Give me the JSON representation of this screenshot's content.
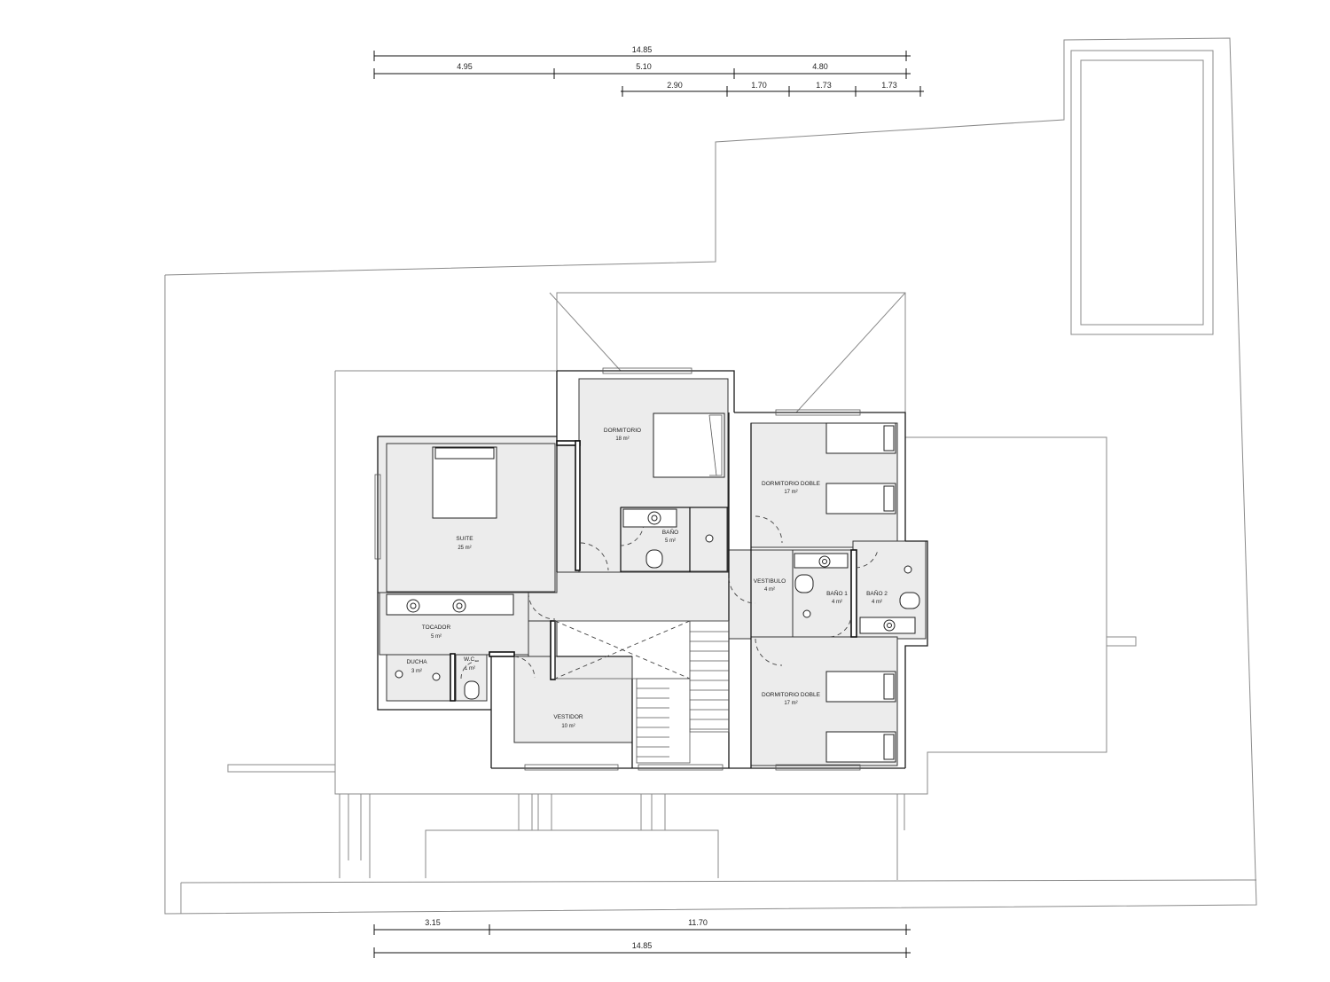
{
  "dimensions": {
    "top_total": "14.85",
    "top_row": [
      "4.95",
      "5.10",
      "4.80"
    ],
    "top_sub": [
      "2.90",
      "1.70",
      "1.73",
      "1.73"
    ],
    "bottom_row": [
      "3.15",
      "11.70"
    ],
    "bottom_total": "14.85"
  },
  "rooms": {
    "suite": {
      "name": "SUITE",
      "area": "25 m²"
    },
    "dormitorio": {
      "name": "DORMITORIO",
      "area": "18 m²"
    },
    "bano": {
      "name": "BAÑO",
      "area": "5 m²"
    },
    "dormitorio_doble_1": {
      "name": "DORMITORIO DOBLE",
      "area": "17 m²"
    },
    "vestibulo": {
      "name": "VESTIBULO",
      "area": "4 m²"
    },
    "bano_1": {
      "name": "BAÑO 1",
      "area": "4 m²"
    },
    "bano_2": {
      "name": "BAÑO 2",
      "area": "4 m²"
    },
    "tocador": {
      "name": "TOCADOR",
      "area": "5 m²"
    },
    "ducha": {
      "name": "DUCHA",
      "area": "3 m²"
    },
    "wc": {
      "name": "W.C.",
      "area": "1 m²"
    },
    "vestidor": {
      "name": "VESTIDOR",
      "area": "10 m²"
    },
    "dormitorio_doble_2": {
      "name": "DORMITORIO DOBLE",
      "area": "17 m²"
    }
  }
}
